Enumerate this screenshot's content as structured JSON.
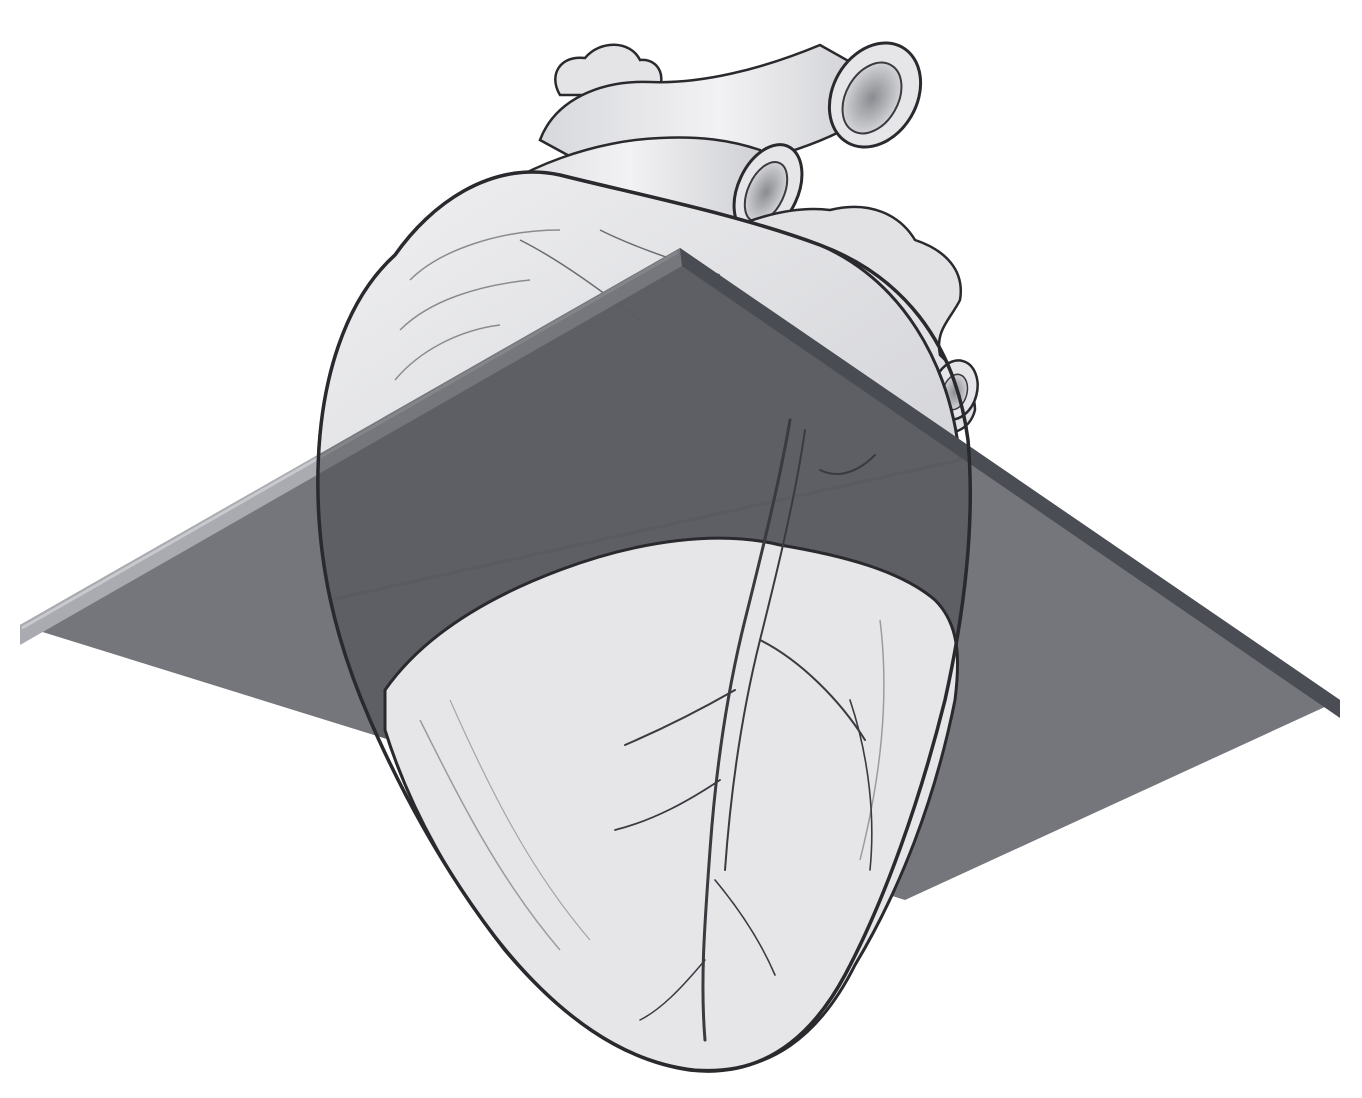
{
  "figure": {
    "colors": {
      "background": "#ffffff",
      "plane_fill": "#6e7077",
      "plane_top_edge": "#a9abb0",
      "plane_side_edge": "#4b4d54",
      "heart_fill": "#e8e8ea",
      "heart_outline": "#2a2a2e",
      "vessel_line": "#3a3a40",
      "cavity_shadow": "#4a4c52"
    },
    "elements": [
      "heart-illustration",
      "imaging-plane",
      "aorta",
      "pulmonary-artery",
      "pulmonary-veins",
      "coronary-vessels"
    ]
  }
}
